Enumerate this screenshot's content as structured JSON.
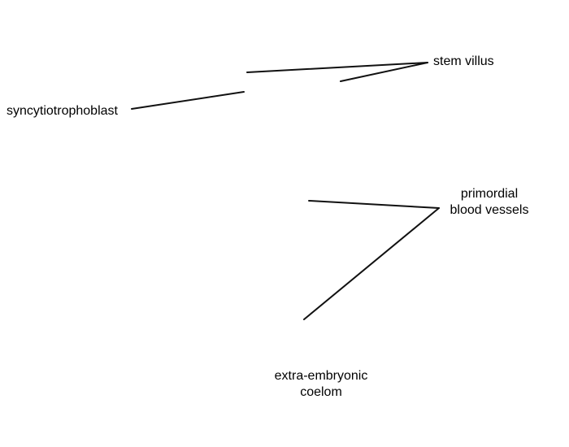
{
  "labels": {
    "stem_villus": "stem villus",
    "syncytiotrophoblast": "syncytiotrophoblast",
    "primordial_blood_vessels": {
      "line1": "primordial",
      "line2": "blood vessels"
    },
    "extra_embryonic_coelom": {
      "line1": "extra-embryonic",
      "line2": "coelom"
    }
  },
  "colors": {
    "line": "#111111",
    "text": "#000000",
    "background": "#ffffff"
  }
}
